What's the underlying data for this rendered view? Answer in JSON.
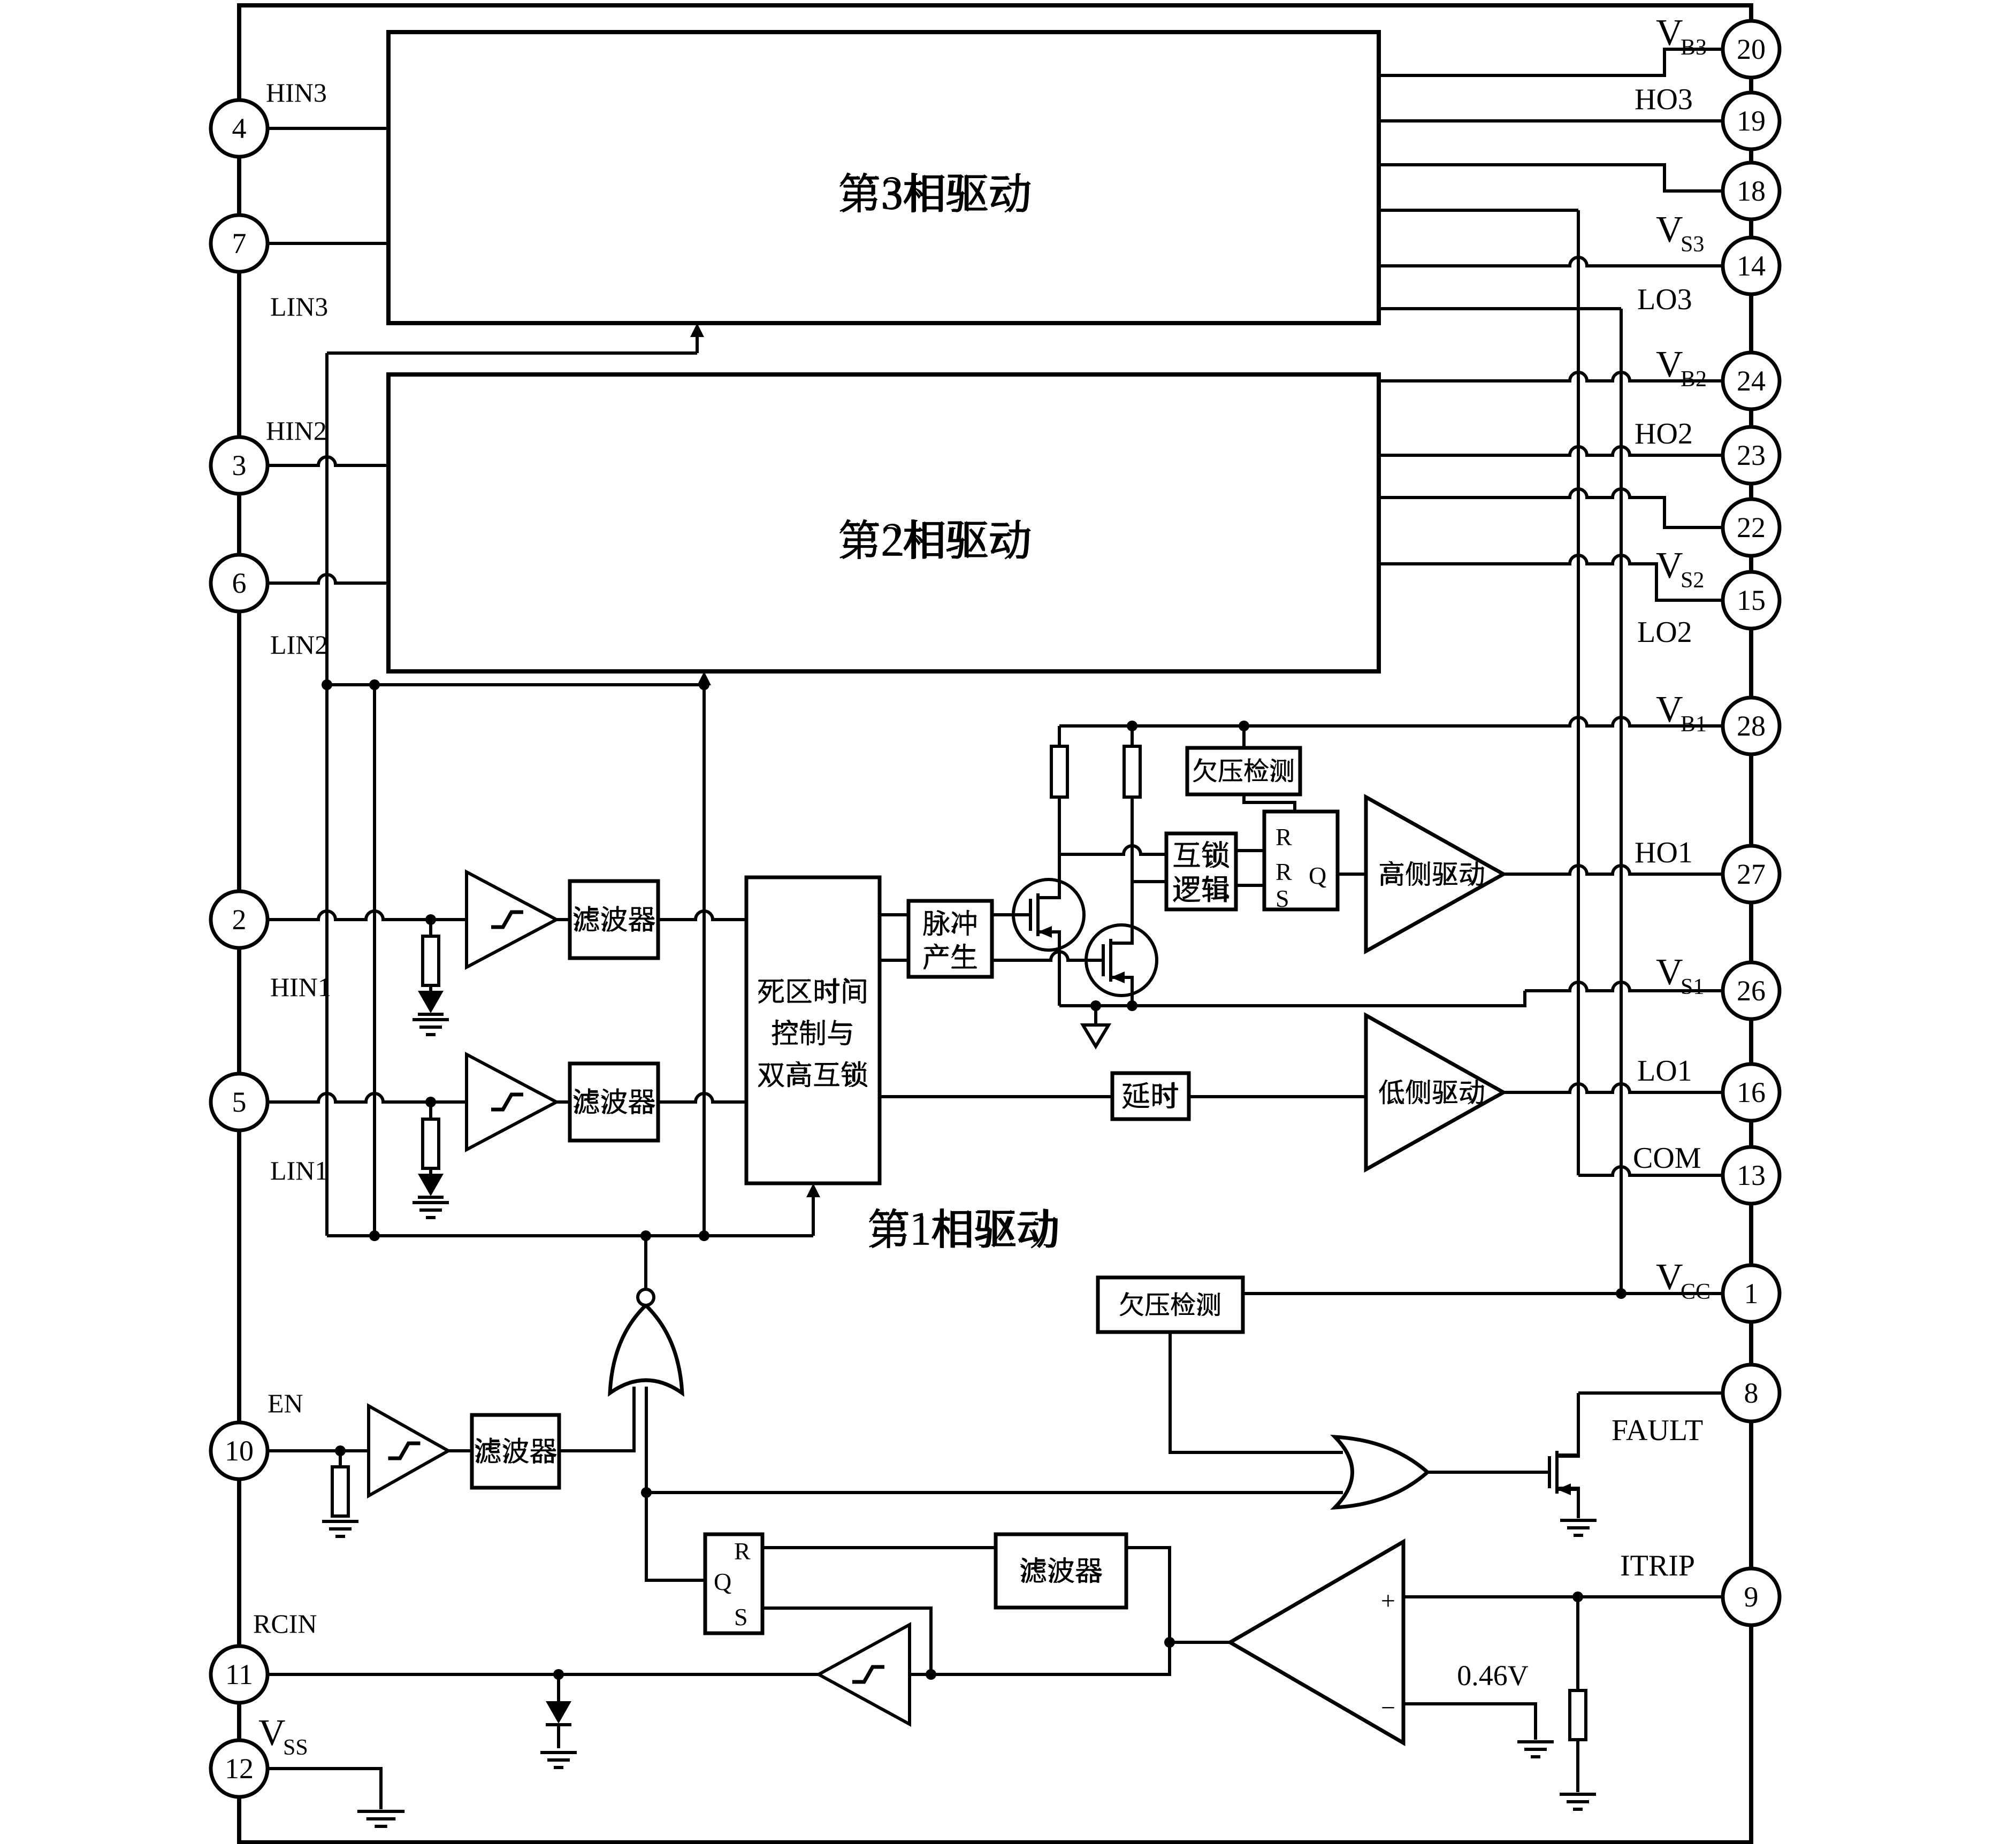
{
  "colors": {
    "line": "#000000",
    "background": "#ffffff"
  },
  "pins": {
    "left": [
      {
        "number": "4",
        "label": "HIN3"
      },
      {
        "number": "7",
        "label": "LIN3"
      },
      {
        "number": "3",
        "label": "HIN2"
      },
      {
        "number": "6",
        "label": "LIN2"
      },
      {
        "number": "2",
        "label": "HIN1"
      },
      {
        "number": "5",
        "label": "LIN1"
      },
      {
        "number": "10",
        "label": "EN"
      },
      {
        "number": "11",
        "label": "RCIN"
      },
      {
        "number": "12",
        "label": "VSS",
        "main": "V",
        "sub": "SS"
      }
    ],
    "right": [
      {
        "number": "20",
        "label": "VB3",
        "main": "V",
        "sub": "B3"
      },
      {
        "number": "19",
        "label": "HO3"
      },
      {
        "number": "18",
        "label": "VS3",
        "main": "V",
        "sub": "S3"
      },
      {
        "number": "14",
        "label": "LO3"
      },
      {
        "number": "24",
        "label": "VB2",
        "main": "V",
        "sub": "B2"
      },
      {
        "number": "23",
        "label": "HO2"
      },
      {
        "number": "22",
        "label": "VS2",
        "main": "V",
        "sub": "S2"
      },
      {
        "number": "15",
        "label": "LO2"
      },
      {
        "number": "28",
        "label": "VB1",
        "main": "V",
        "sub": "B1"
      },
      {
        "number": "27",
        "label": "HO1"
      },
      {
        "number": "26",
        "label": "VS1",
        "main": "V",
        "sub": "S1"
      },
      {
        "number": "16",
        "label": "LO1"
      },
      {
        "number": "13",
        "label": "COM"
      },
      {
        "number": "1",
        "label": "VCC",
        "main": "V",
        "sub": "CC"
      },
      {
        "number": "8",
        "label": "FAULT"
      },
      {
        "number": "9",
        "label": "ITRIP"
      }
    ]
  },
  "blocks": {
    "phase3_driver": {
      "label": "第3相驱动"
    },
    "phase2_driver": {
      "label": "第2相驱动"
    },
    "phase1_driver": {
      "label": "第1相驱动"
    },
    "filter": {
      "label": "滤波器"
    },
    "deadtime": {
      "line1": "死区时间",
      "line2": "控制与",
      "line3": "双高互锁"
    },
    "pulse_gen": {
      "line1": "脉冲",
      "line2": "产生"
    },
    "undervoltage_detect": {
      "label": "欠压检测"
    },
    "interlock_logic": {
      "line1": "互锁",
      "line2": "逻辑"
    },
    "high_side_driver": {
      "label": "高侧驱动"
    },
    "low_side_driver": {
      "label": "低侧驱动"
    },
    "delay": {
      "label": "延时"
    }
  },
  "latches": {
    "highside": {
      "r1": "R",
      "r2": "R",
      "s": "S",
      "q": "Q"
    },
    "fault": {
      "r": "R",
      "q": "Q",
      "s": "S"
    }
  },
  "comparator": {
    "plus": "+",
    "minus": "−",
    "reference": "0.46V"
  }
}
